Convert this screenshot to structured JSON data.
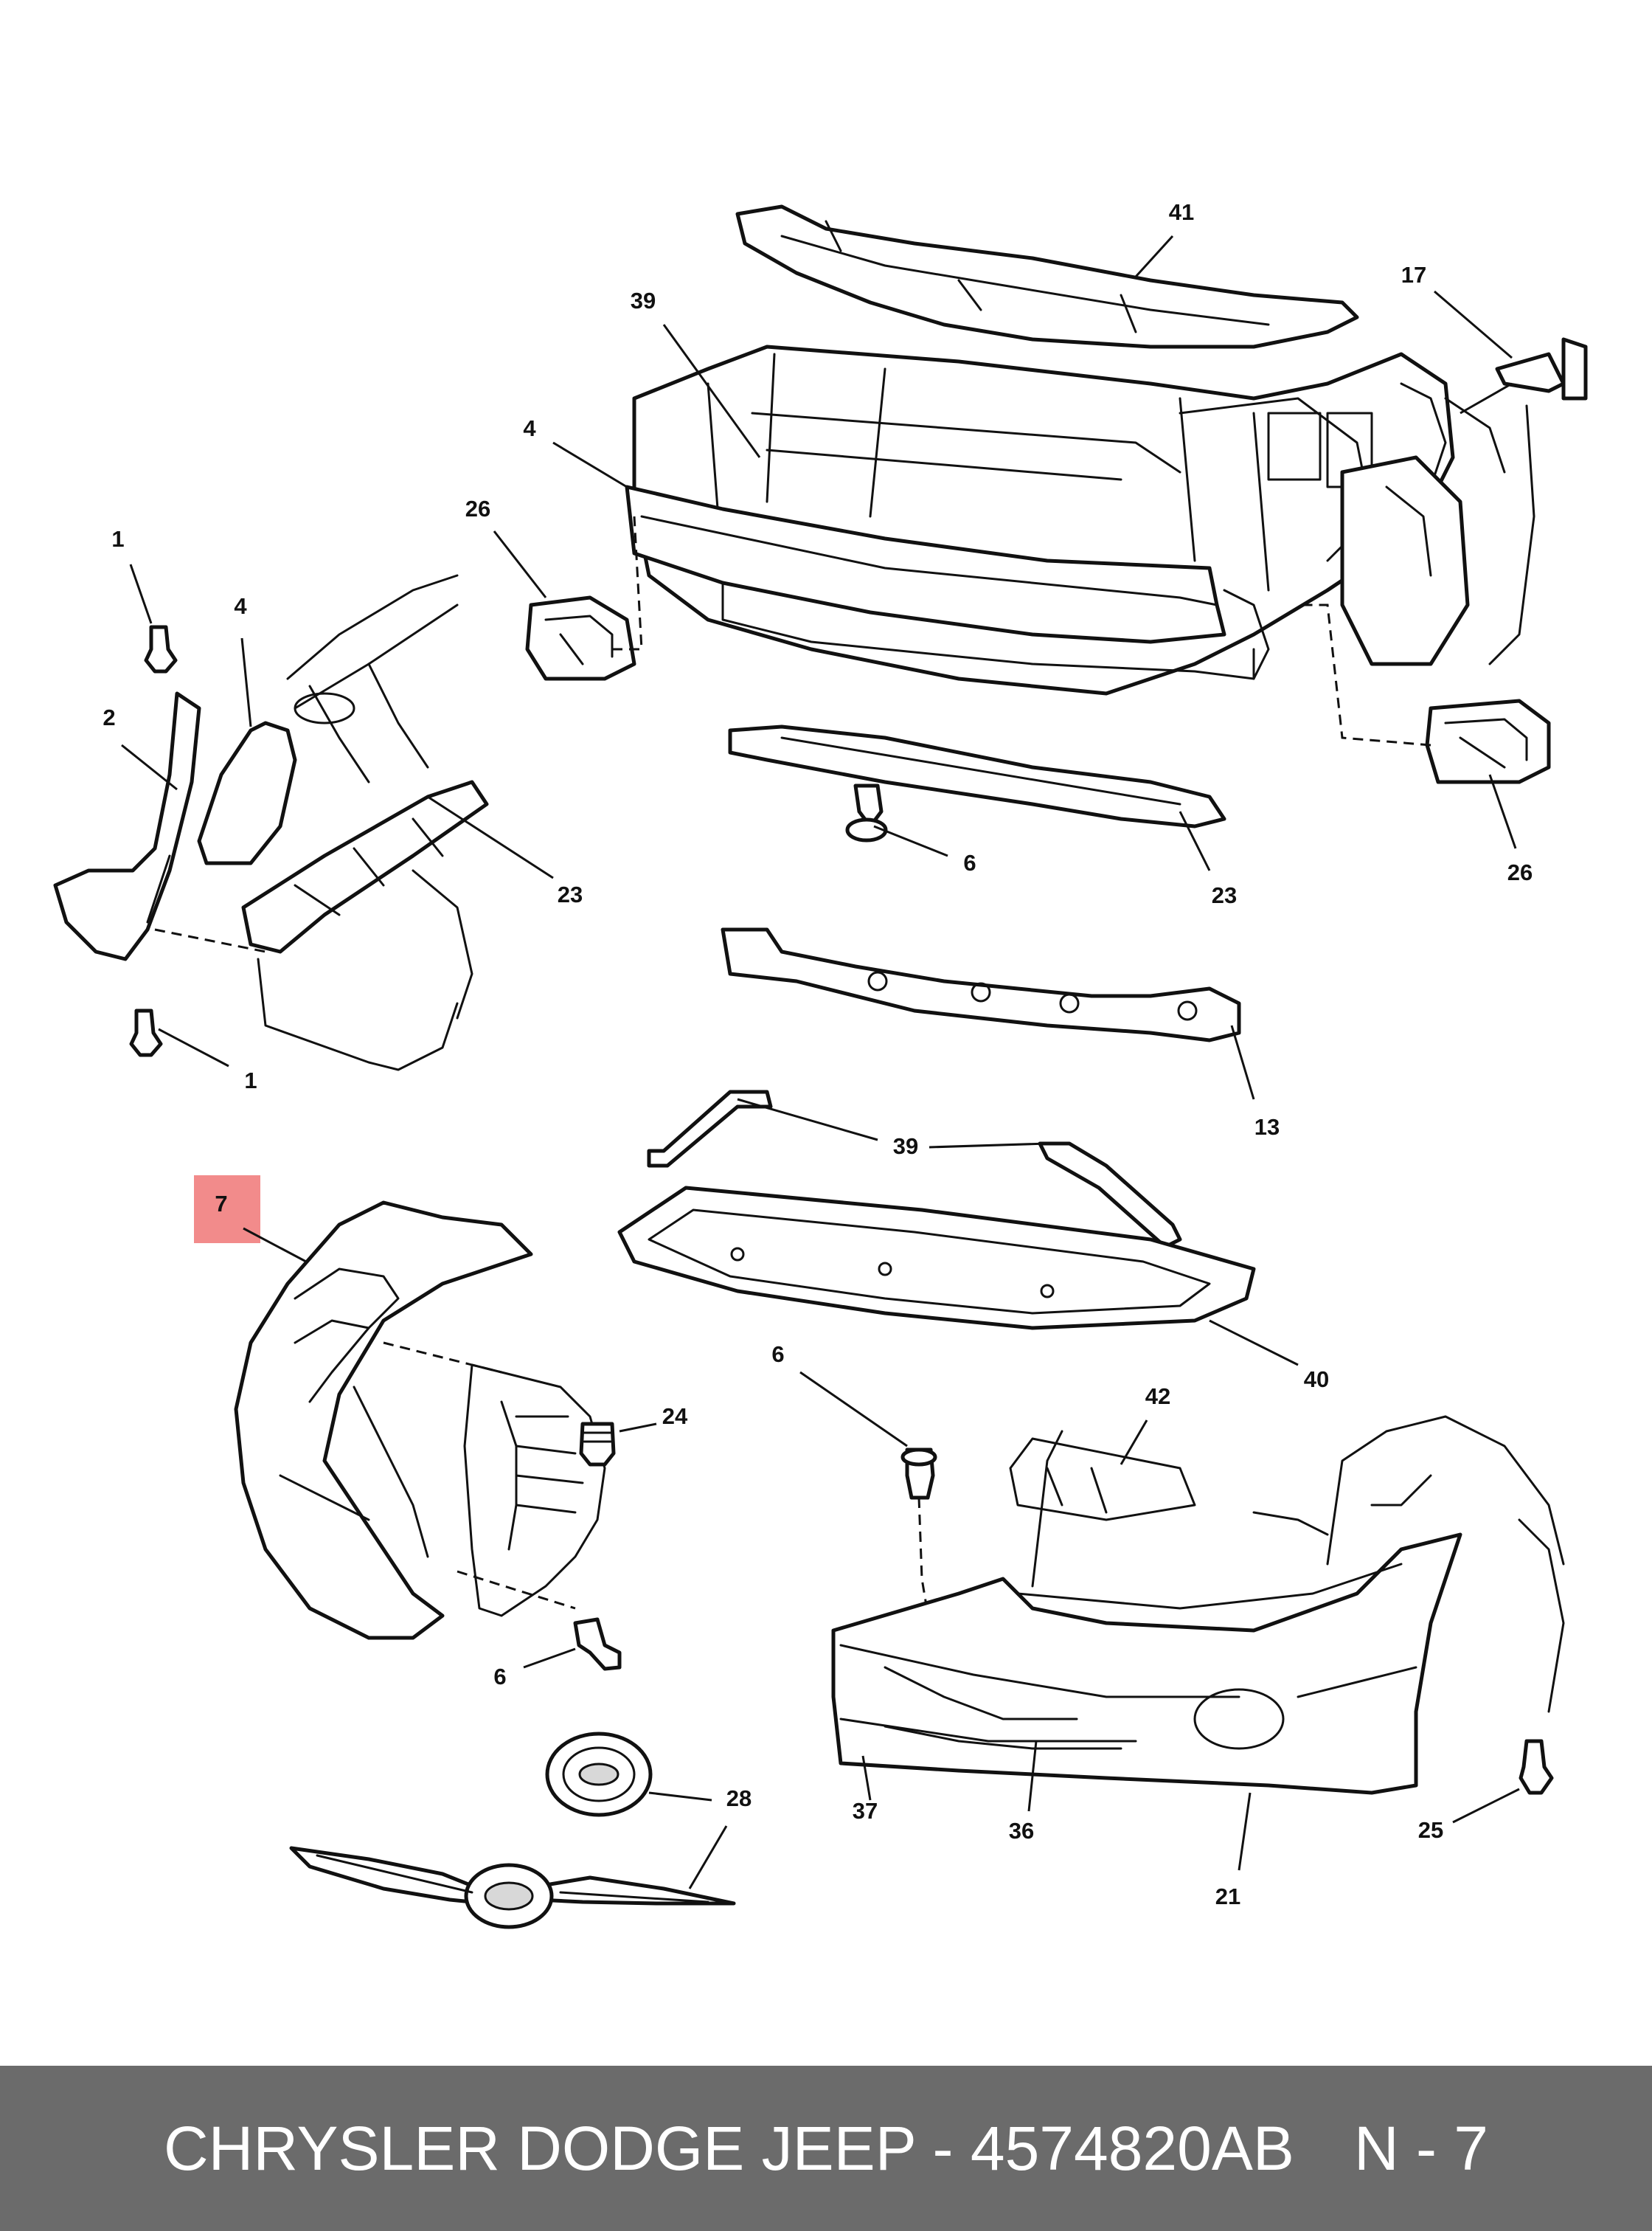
{
  "diagram": {
    "callouts": [
      {
        "id": "c41",
        "label": "41"
      },
      {
        "id": "c17",
        "label": "17"
      },
      {
        "id": "c39a",
        "label": "39"
      },
      {
        "id": "c4a",
        "label": "4"
      },
      {
        "id": "c26a",
        "label": "26"
      },
      {
        "id": "c1a",
        "label": "1"
      },
      {
        "id": "c4b",
        "label": "4"
      },
      {
        "id": "c2",
        "label": "2"
      },
      {
        "id": "c23a",
        "label": "23"
      },
      {
        "id": "c1b",
        "label": "1"
      },
      {
        "id": "c6a",
        "label": "6"
      },
      {
        "id": "c23b",
        "label": "23"
      },
      {
        "id": "c26b",
        "label": "26"
      },
      {
        "id": "c13",
        "label": "13"
      },
      {
        "id": "c39b",
        "label": "39"
      },
      {
        "id": "c7",
        "label": "7",
        "highlighted": true
      },
      {
        "id": "c40",
        "label": "40"
      },
      {
        "id": "c6b",
        "label": "6"
      },
      {
        "id": "c24",
        "label": "24"
      },
      {
        "id": "c42",
        "label": "42"
      },
      {
        "id": "c6c",
        "label": "6"
      },
      {
        "id": "c28",
        "label": "28"
      },
      {
        "id": "c37",
        "label": "37"
      },
      {
        "id": "c36",
        "label": "36"
      },
      {
        "id": "c25",
        "label": "25"
      },
      {
        "id": "c21",
        "label": "21"
      }
    ],
    "highlight_color": "#f28b8b",
    "line_color": "#111111"
  },
  "footer": {
    "title": "CHRYSLER DODGE JEEP - 4574820AB",
    "page": "N - 7",
    "background": "#6b6b6b",
    "text_color": "#ffffff"
  }
}
